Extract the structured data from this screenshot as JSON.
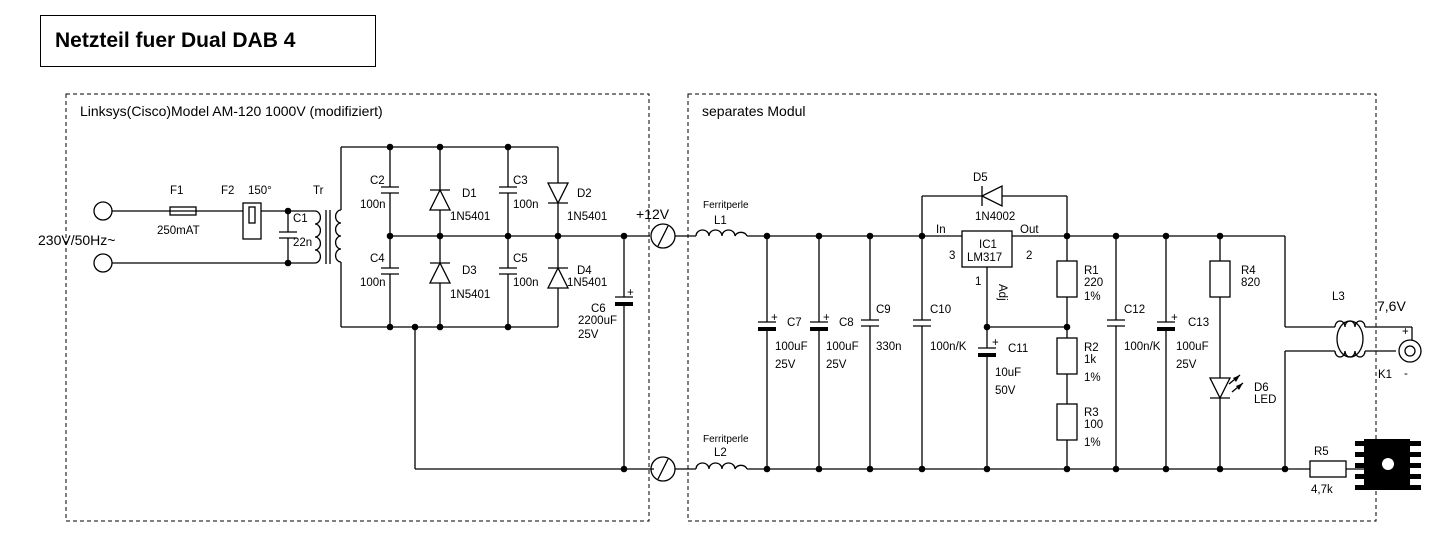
{
  "title": "Netzteil fuer Dual DAB 4",
  "blocks": {
    "left": "Linksys(Cisco)Model AM-120 1000V (modifiziert)",
    "right": "separates Modul"
  },
  "input": {
    "label": "230V/50Hz~"
  },
  "f1": {
    "ref": "F1",
    "value": "250mAT"
  },
  "f2": {
    "ref": "F2",
    "value": "150°"
  },
  "c1": {
    "ref": "C1",
    "value": "22n"
  },
  "tr": {
    "ref": "Tr"
  },
  "c2": {
    "ref": "C2",
    "value": "100n"
  },
  "c3": {
    "ref": "C3",
    "value": "100n"
  },
  "c4": {
    "ref": "C4",
    "value": "100n"
  },
  "c5": {
    "ref": "C5",
    "value": "100n"
  },
  "d1": {
    "ref": "D1",
    "value": "1N5401"
  },
  "d2": {
    "ref": "D2",
    "value": "1N5401"
  },
  "d3": {
    "ref": "D3",
    "value": "1N5401"
  },
  "d4": {
    "ref": "D4",
    "value": "1N5401"
  },
  "c6": {
    "ref": "C6",
    "value": "2200uF",
    "voltage": "25V"
  },
  "plus12": "+12V",
  "l1": {
    "ref": "L1",
    "type": "Ferritperle"
  },
  "l2": {
    "ref": "L2",
    "type": "Ferritperle"
  },
  "c7": {
    "ref": "C7",
    "value": "100uF",
    "voltage": "25V"
  },
  "c8": {
    "ref": "C8",
    "value": "100uF",
    "voltage": "25V"
  },
  "c9": {
    "ref": "C9",
    "value": "330n"
  },
  "c10": {
    "ref": "C10",
    "value": "100n/K"
  },
  "d5": {
    "ref": "D5",
    "value": "1N4002"
  },
  "ic1": {
    "ref": "IC1",
    "value": "LM317",
    "pin_in": "In",
    "pin_out": "Out",
    "pin3": "3",
    "pin2": "2",
    "pin1": "1",
    "pin_adj": "Adj"
  },
  "c11": {
    "ref": "C11",
    "value": "10uF",
    "voltage": "50V"
  },
  "r1": {
    "ref": "R1",
    "value": "220",
    "tol": "1%"
  },
  "r2": {
    "ref": "R2",
    "value": "1k",
    "tol": "1%"
  },
  "r3": {
    "ref": "R3",
    "value": "100",
    "tol": "1%"
  },
  "c12": {
    "ref": "C12",
    "value": "100n/K"
  },
  "c13": {
    "ref": "C13",
    "value": "100uF",
    "voltage": "25V"
  },
  "r4": {
    "ref": "R4",
    "value": "820"
  },
  "d6": {
    "ref": "D6",
    "value": "LED"
  },
  "l3": {
    "ref": "L3"
  },
  "out": {
    "voltage": "7,6V",
    "ref": "K1",
    "plus": "+",
    "minus": "-"
  },
  "r5": {
    "ref": "R5",
    "value": "4,7k"
  },
  "marks": {
    "plus": "+"
  }
}
